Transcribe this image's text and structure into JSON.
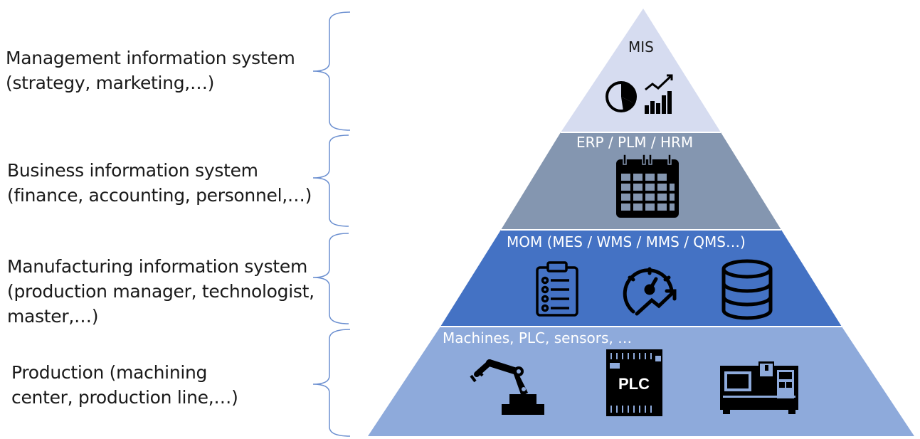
{
  "levels": [
    {
      "label_lines": [
        "Management information system",
        "(strategy, marketing,…)"
      ],
      "tier_title": "MIS",
      "icons": [
        "pie-chart-growth-icon"
      ],
      "color": "#d6dcf0"
    },
    {
      "label_lines": [
        "Business information system",
        "(finance, accounting, personnel,…)"
      ],
      "tier_title": "ERP / PLM / HRM",
      "icons": [
        "calendar-icon"
      ],
      "color": "#8496b0"
    },
    {
      "label_lines": [
        "Manufacturing information system",
        "(production manager, technologist,",
        "master,…)"
      ],
      "tier_title": "MOM (MES / WMS / MMS / QMS…)",
      "icons": [
        "checklist-clipboard-icon",
        "speedometer-growth-icon",
        "database-icon"
      ],
      "color": "#4472c4"
    },
    {
      "label_lines": [
        "Production (machining",
        "center, production line,…)"
      ],
      "tier_title": "Machines, PLC, sensors, …",
      "icons": [
        "robot-arm-icon",
        "plc-chip-icon",
        "cnc-machine-icon"
      ],
      "plc_text": "PLC",
      "color": "#8eaadb"
    }
  ],
  "brace_color": "#6b8fd0"
}
